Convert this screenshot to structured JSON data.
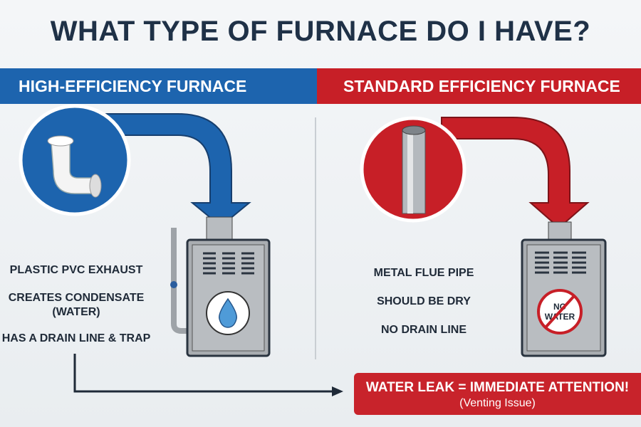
{
  "title": "WHAT TYPE OF FURNACE DO I HAVE?",
  "colors": {
    "blue": "#1d64ae",
    "red": "#c71f27",
    "navy": "#1f3147",
    "gray": "#a9adb1"
  },
  "left": {
    "header": "HIGH-EFFICIENCY FURNACE",
    "icon": "pvc-elbow-pipe-icon",
    "furnace_icon": "water-drop-icon",
    "features": [
      "PLASTIC PVC EXHAUST",
      "CREATES CONDENSATE",
      "(WATER)",
      "HAS A DRAIN LINE & TRAP"
    ]
  },
  "right": {
    "header": "STANDARD EFFICIENCY FURNACE",
    "icon": "metal-flue-pipe-icon",
    "furnace_sign": "NO WATER",
    "features": [
      "METAL FLUE PIPE",
      "SHOULD BE DRY",
      "NO DRAIN LINE"
    ]
  },
  "warning": {
    "title": "WATER LEAK = IMMEDIATE ATTENTION!",
    "subtitle": "(Venting Issue)"
  }
}
